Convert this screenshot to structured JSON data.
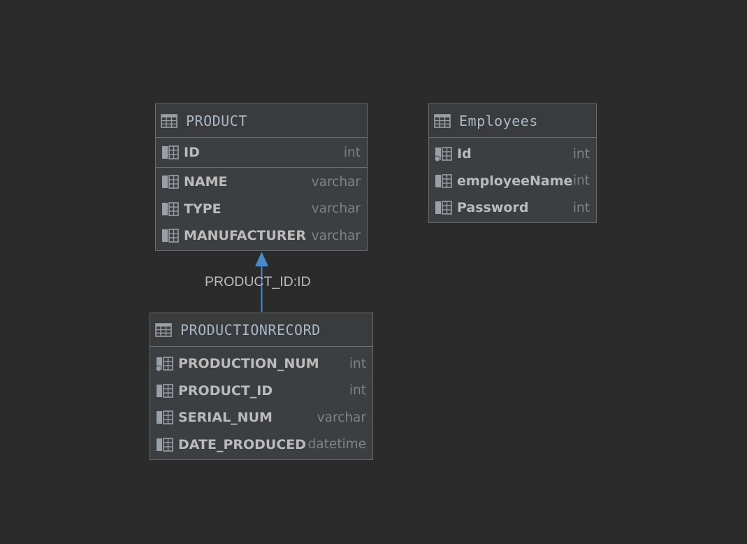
{
  "tables": {
    "product": {
      "name": "PRODUCT",
      "columns": [
        {
          "name": "ID",
          "type": "int"
        },
        {
          "name": "NAME",
          "type": "varchar"
        },
        {
          "name": "TYPE",
          "type": "varchar"
        },
        {
          "name": "MANUFACTURER",
          "type": "varchar"
        }
      ]
    },
    "employees": {
      "name": "Employees",
      "columns": [
        {
          "name": "Id",
          "type": "int"
        },
        {
          "name": "employeeName",
          "type": "int"
        },
        {
          "name": "Password",
          "type": "int"
        }
      ]
    },
    "productionrecord": {
      "name": "PRODUCTIONRECORD",
      "columns": [
        {
          "name": "PRODUCTION_NUM",
          "type": "int"
        },
        {
          "name": "PRODUCT_ID",
          "type": "int"
        },
        {
          "name": "SERIAL_NUM",
          "type": "varchar"
        },
        {
          "name": "DATE_PRODUCED",
          "type": "datetime"
        }
      ]
    }
  },
  "relations": [
    {
      "label": "PRODUCT_ID:ID",
      "from": "PRODUCTIONRECORD",
      "to": "PRODUCT"
    }
  ],
  "colors": {
    "background": "#2b2b2b",
    "table_body": "#3c3f41",
    "border": "#6a6d70",
    "edge": "#4a88c7",
    "text": "#bbbbbb",
    "type_text": "#7f8386"
  },
  "icons": {
    "table": "table-icon",
    "column": "column-icon",
    "key_column": "key-column-icon"
  }
}
